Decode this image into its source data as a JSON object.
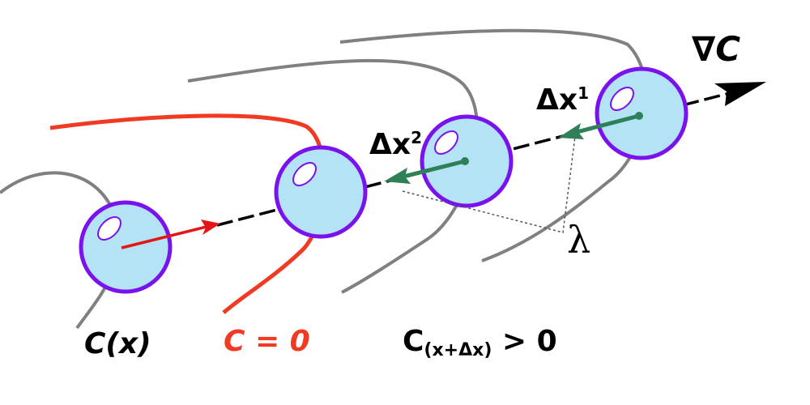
{
  "labels": {
    "gradient_symbol": "∇",
    "gradient_var": "C",
    "delta_x1_base": "Δx",
    "delta_x1_sup": "1",
    "delta_x2_base": "Δx",
    "delta_x2_sup": "2",
    "lambda": "λ",
    "c_of_x": "C(x)",
    "c_equals_zero": "C = 0",
    "c_shift_main": "C",
    "c_shift_sub": "(x+Δx)",
    "c_shift_rest": " > 0"
  },
  "colors": {
    "background": "#ffffff",
    "sphere_fill": "#b3e3f4",
    "sphere_stroke": "#7a12f0",
    "constraint_curve": "#f13a23",
    "level_curve": "#808080",
    "step_arrow": "#2e8059",
    "initial_arrow": "#e31515",
    "axis": "#000000",
    "label_red": "#f13a23",
    "label_black": "#000000"
  }
}
